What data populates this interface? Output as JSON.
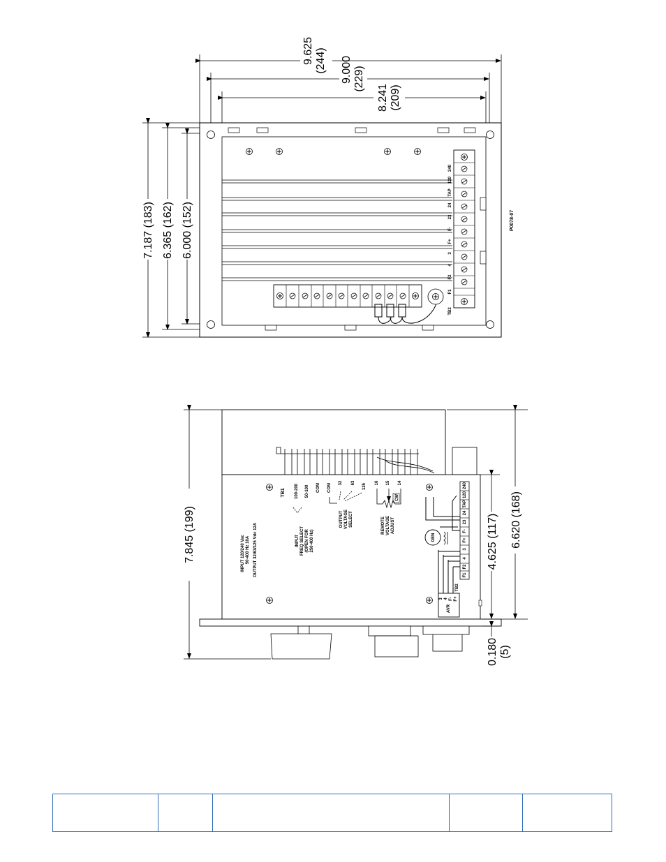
{
  "top_view": {
    "dimensions": {
      "overall_width": "9.625",
      "overall_width_mm": "(244)",
      "mounting_width": "9.000",
      "mounting_width_mm": "(229)",
      "inner_width": "8.241",
      "inner_width_mm": "(209)",
      "overall_height": "7.187 (183)",
      "mounting_height": "6.365 (162)",
      "inner_height": "6.000 (152)"
    },
    "drawing_number": "P0078-07",
    "tb2_label": "TB2",
    "tb2_terminals": [
      "F1",
      "F2",
      "4",
      "3",
      "F+",
      "F-",
      "23",
      "24",
      "TAP",
      "120",
      "240"
    ]
  },
  "side_view": {
    "dimensions": {
      "overall_height": "7.845 (199)",
      "chassis_height": "4.625 (117)",
      "total_height": "6.620 (168)",
      "base_thickness": "0.180",
      "base_thickness_mm": "(5)"
    },
    "tb1_label": "TB1",
    "freq_options": [
      "100-200",
      "50-100",
      "COM"
    ],
    "freq_select_label": [
      "INPUT",
      "FREQ SELECT",
      "(OPEN FOR",
      "250-400 Hz)"
    ],
    "voltage_options": [
      "COM",
      "32",
      "63",
      "125"
    ],
    "voltage_select_label": [
      "OUTPUT",
      "VOLTAGE",
      "SELECT"
    ],
    "remote_terminals": [
      "16",
      "15",
      "14"
    ],
    "remote_label": [
      "REMOTE",
      "VOLTAGE",
      "ADJUST"
    ],
    "cw_label": "CW",
    "gen_label": "GEN",
    "avr_label": "AVR",
    "avr_terminals": [
      "3",
      "4",
      "F-",
      "F+"
    ],
    "tb2_label": "TB2",
    "tb2_terminals": [
      "F1",
      "F2",
      "4",
      "3",
      "F+",
      "F-",
      "23",
      "24",
      "TAP",
      "120",
      "240"
    ],
    "rating_input": [
      "INPUT  120/240 Vac",
      "50-400 Hz 10A"
    ],
    "rating_output": "OUTPUT  32/63/125 Vdc 12A"
  },
  "colors": {
    "line": "#000000",
    "title_block_border": "#2f6db5"
  }
}
